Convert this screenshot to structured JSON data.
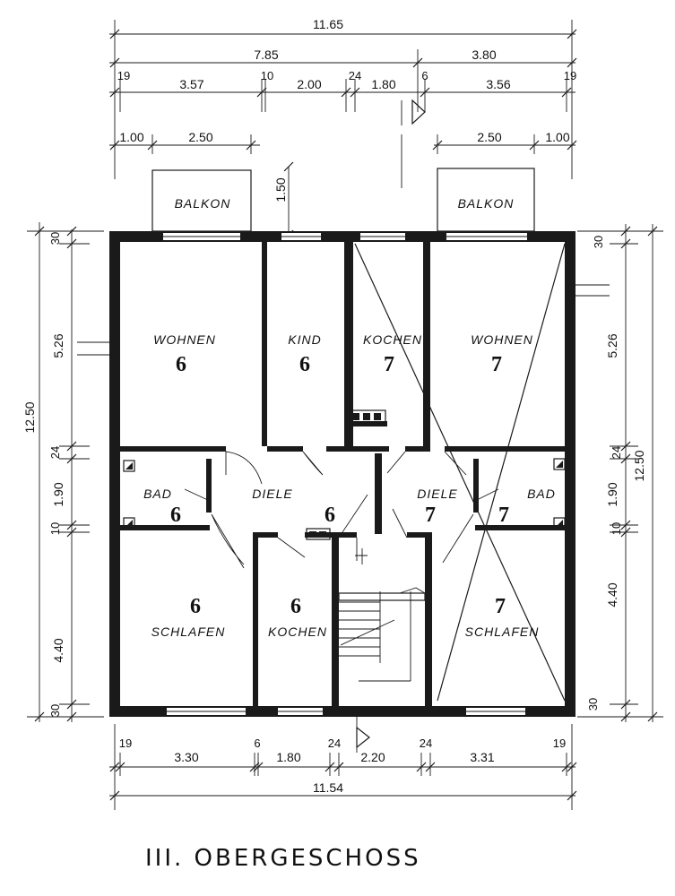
{
  "title": "III. OBERGESCHOSS",
  "dimensions": {
    "top_total": "11.65",
    "top_left": "7.85",
    "top_right": "3.80",
    "top_row": [
      "19",
      "3.57",
      "10",
      "2.00",
      "24",
      "1.80",
      "6",
      "3.56",
      "19"
    ],
    "balcony_left": [
      "1.00",
      "2.50"
    ],
    "balcony_right": [
      "2.50",
      "1.00"
    ],
    "balcony_depth": "1.50",
    "left_side": [
      "30",
      "5.26",
      "24",
      "1.90",
      "10",
      "4.40",
      "30"
    ],
    "left_total": "12.50",
    "right_side": [
      "30",
      "5.26",
      "24",
      "1.90",
      "10",
      "4.40",
      "30"
    ],
    "right_total": "12.50",
    "bottom_row": [
      "19",
      "3.30",
      "6",
      "1.80",
      "24",
      "2.20",
      "24",
      "3.31",
      "19"
    ],
    "bottom_total": "11.54"
  },
  "rooms": [
    {
      "label": "BALKON",
      "num": ""
    },
    {
      "label": "BALKON",
      "num": ""
    },
    {
      "label": "WOHNEN",
      "num": "6"
    },
    {
      "label": "KIND",
      "num": "6"
    },
    {
      "label": "KOCHEN",
      "num": "7"
    },
    {
      "label": "WOHNEN",
      "num": "7"
    },
    {
      "label": "BAD",
      "num": "6"
    },
    {
      "label": "DIELE",
      "num": "6"
    },
    {
      "label": "DIELE",
      "num": "7"
    },
    {
      "label": "BAD",
      "num": "7"
    },
    {
      "label": "SCHLAFEN",
      "num": "6"
    },
    {
      "label": "KOCHEN",
      "num": "6"
    },
    {
      "label": "SCHLAFEN",
      "num": "7"
    }
  ]
}
